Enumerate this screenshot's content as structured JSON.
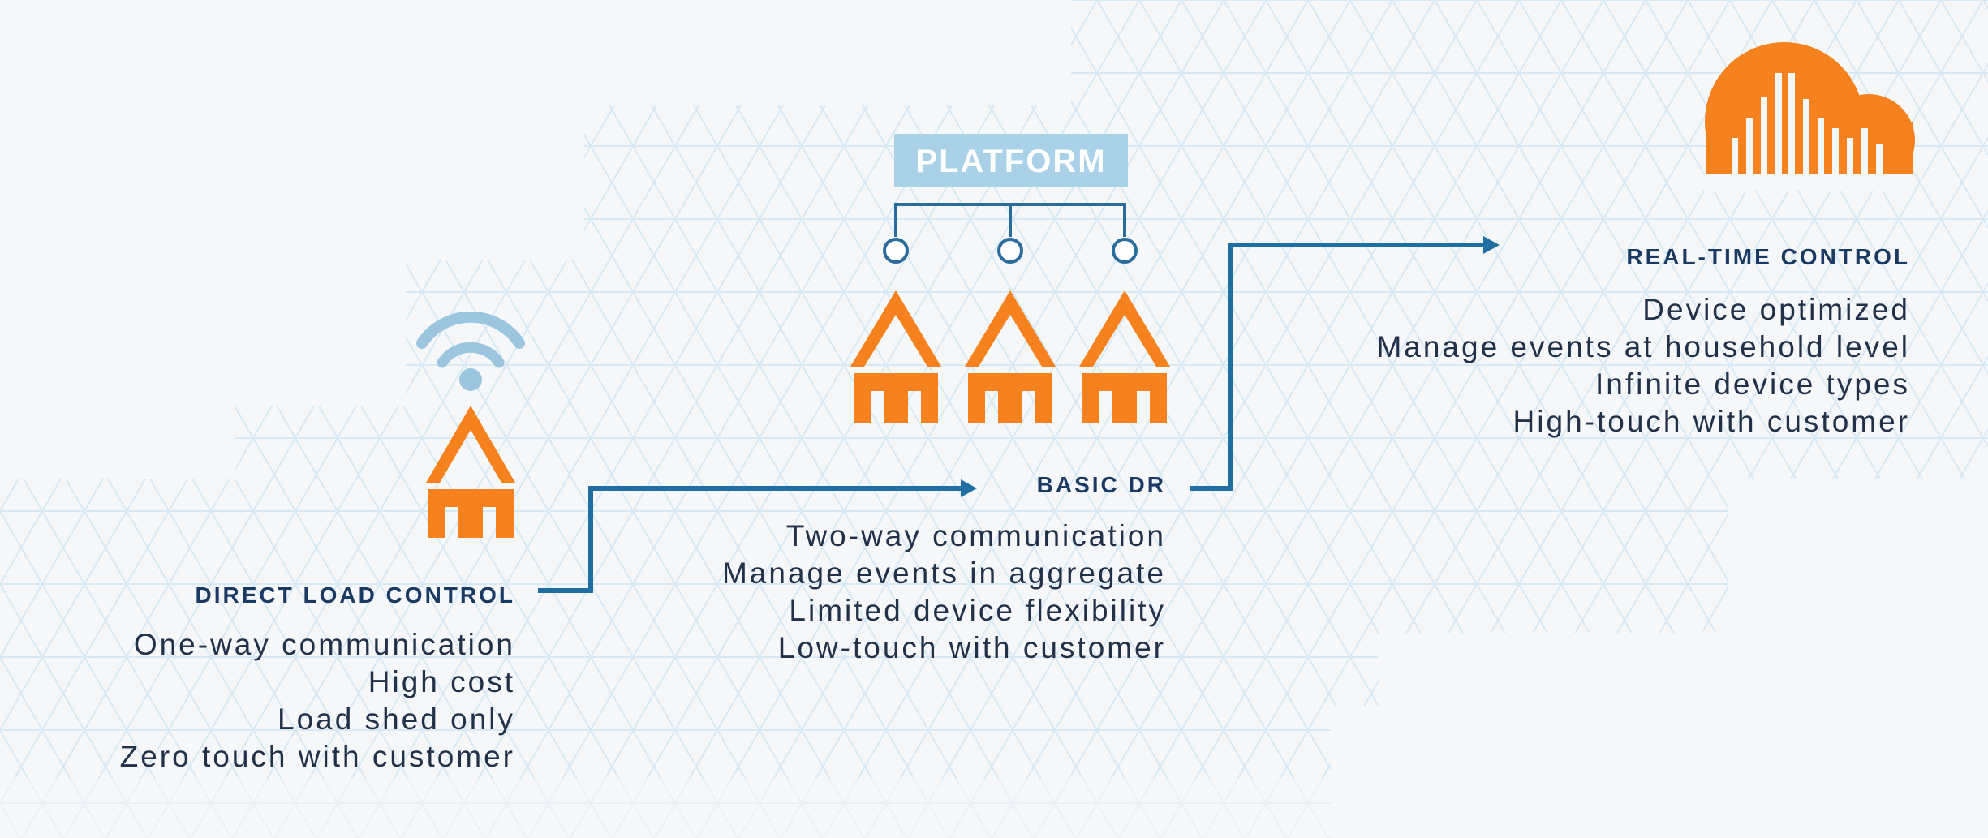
{
  "platform_label": "PLATFORM",
  "colors": {
    "orange": "#f5821f",
    "blue_arrow": "#1f6fa3",
    "navy_text": "#1b3a63",
    "wifi_blue": "#9cc6e0",
    "platform_bg": "#a9d1e8",
    "triangle_grid": "#d4e7f4"
  },
  "stages": {
    "direct_load_control": {
      "title": "DIRECT LOAD CONTROL",
      "icon": "wifi-house-icon",
      "features": [
        "One-way communication",
        "High cost",
        "Load shed only",
        "Zero touch with customer"
      ]
    },
    "basic_dr": {
      "title": "BASIC DR",
      "icon": "platform-houses-icon",
      "features": [
        "Two-way communication",
        "Manage events in aggregate",
        "Limited device flexibility",
        "Low-touch with customer"
      ]
    },
    "real_time_control": {
      "title": "REAL-TIME CONTROL",
      "icon": "cloud-city-icon",
      "features": [
        "Device optimized",
        "Manage events at household level",
        "Infinite device types",
        "High-touch with customer"
      ]
    }
  }
}
